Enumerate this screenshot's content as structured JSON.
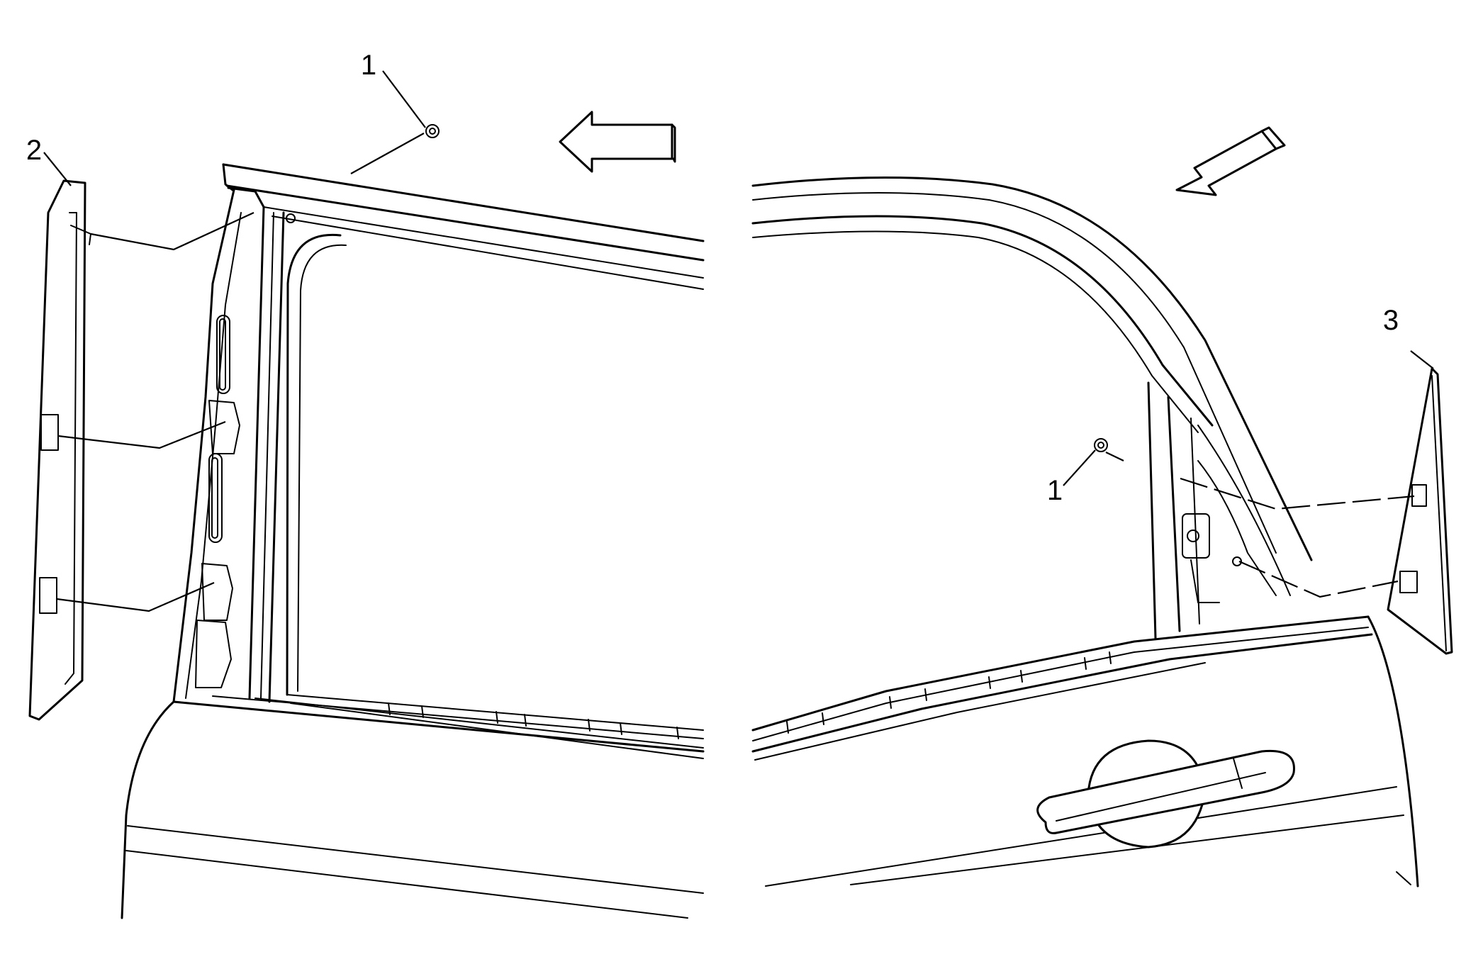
{
  "callouts": [
    {
      "id": "nut-top",
      "label": "1"
    },
    {
      "id": "rear-applique",
      "label": "2"
    },
    {
      "id": "nut-front",
      "label": "1"
    },
    {
      "id": "front-applique",
      "label": "3"
    }
  ],
  "colors": {
    "line": "#000000",
    "background": "#ffffff"
  }
}
